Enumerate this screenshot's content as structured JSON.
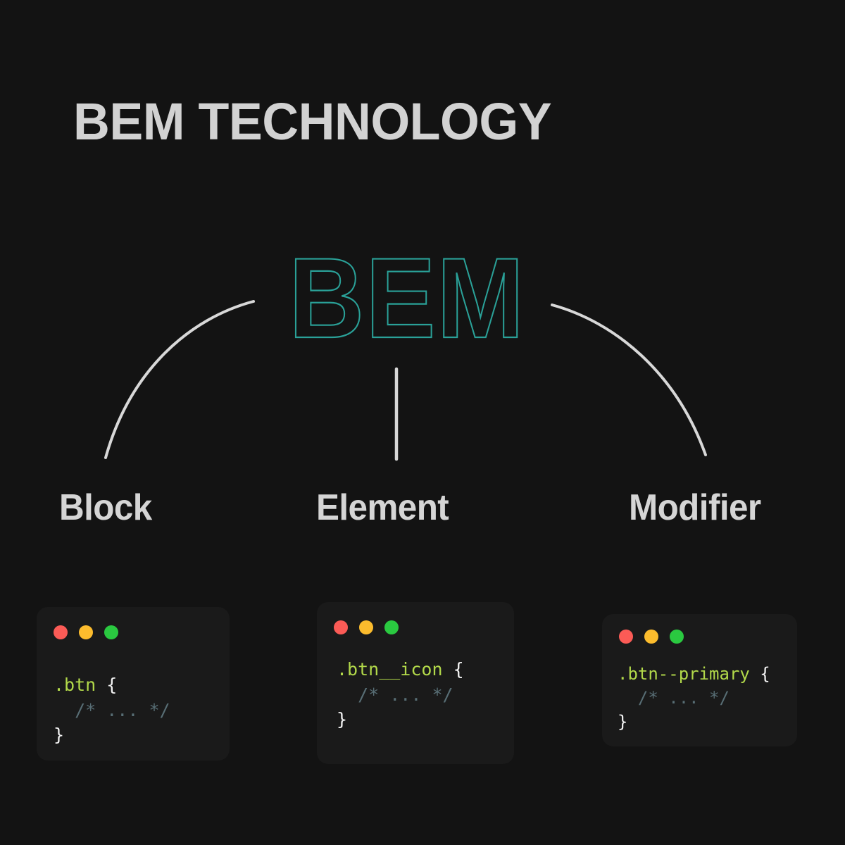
{
  "page": {
    "title": "BEM TECHNOLOGY",
    "background_color": "#131313",
    "title_color": "#d2d2d2"
  },
  "logo": {
    "text": "BEM",
    "style": "outline",
    "stroke_color": "#2aa198"
  },
  "connectors": {
    "line_color": "#d8d8d8",
    "left_arc": "from logo down-left to Block",
    "center_stem": "from logo down to Element",
    "right_arc": "from logo down-right to Modifier"
  },
  "columns": [
    {
      "id": "block",
      "label": "Block",
      "card": {
        "dots": [
          "red",
          "yellow",
          "green"
        ],
        "code_lines": [
          {
            "selector": ".btn ",
            "brace": "{",
            "comment": ""
          },
          {
            "selector": "",
            "brace": "",
            "comment": "  /* ... */"
          },
          {
            "selector": "",
            "brace": "}",
            "comment": ""
          }
        ],
        "code_plain": ".btn {\n  /* ... */\n}"
      }
    },
    {
      "id": "element",
      "label": "Element",
      "card": {
        "dots": [
          "red",
          "yellow",
          "green"
        ],
        "code_lines": [
          {
            "selector": ".btn__icon ",
            "brace": "{",
            "comment": ""
          },
          {
            "selector": "",
            "brace": "",
            "comment": "  /* ... */"
          },
          {
            "selector": "",
            "brace": "}",
            "comment": ""
          }
        ],
        "code_plain": ".btn__icon {\n  /* ... */\n}"
      }
    },
    {
      "id": "modifier",
      "label": "Modifier",
      "card": {
        "dots": [
          "red",
          "yellow",
          "green"
        ],
        "code_lines": [
          {
            "selector": ".btn--primary ",
            "brace": "{",
            "comment": ""
          },
          {
            "selector": "",
            "brace": "",
            "comment": "  /* ... */"
          },
          {
            "selector": "",
            "brace": "}",
            "comment": ""
          }
        ],
        "code_plain": ".btn--primary {\n  /* ... */\n}"
      }
    }
  ],
  "colors": {
    "dot_red": "#fb5b56",
    "dot_yellow": "#fcbc2d",
    "dot_green": "#2ac940",
    "code_selector": "#b2d94a",
    "code_brace": "#f2f2f2",
    "code_comment": "#586e75",
    "card_background": "#1a1a1a"
  }
}
